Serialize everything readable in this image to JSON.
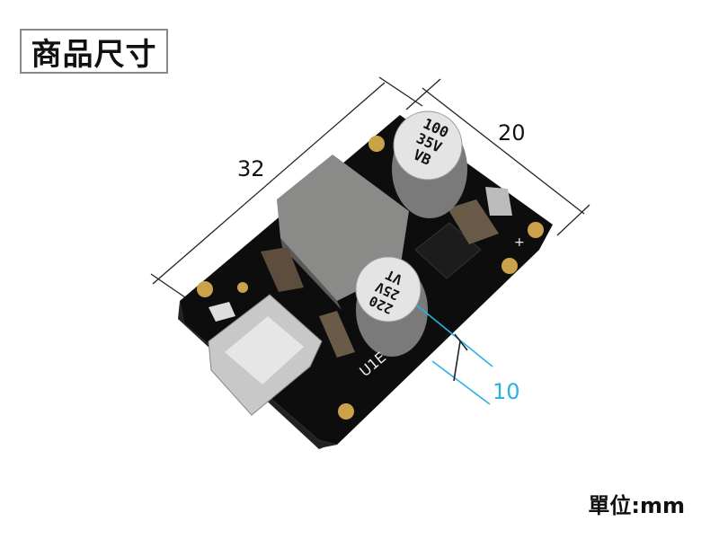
{
  "header": {
    "title": "商品尺寸"
  },
  "dimensions": {
    "length": "32",
    "width": "20",
    "height": "10"
  },
  "footer": {
    "unit": "單位:mm"
  },
  "board": {
    "capacitor_top_text": [
      "100",
      "35V",
      "VB"
    ],
    "capacitor_bottom_text": [
      "220",
      "25V",
      "VT"
    ],
    "silkscreen_label": "U1E",
    "plus_sign": "+"
  },
  "colors": {
    "pcb": "#111111",
    "dimension_line": "#222222",
    "highlight_line": "#2ab0e6",
    "pad_gold": "#c9a24a"
  }
}
